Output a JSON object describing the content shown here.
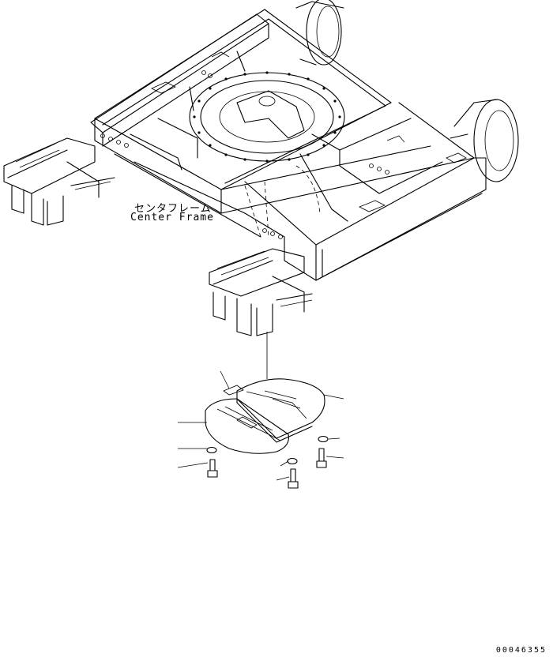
{
  "center_frame_label": {
    "japanese": "センタフレーム",
    "english": "Center Frame"
  },
  "drawing_number": "00046355"
}
